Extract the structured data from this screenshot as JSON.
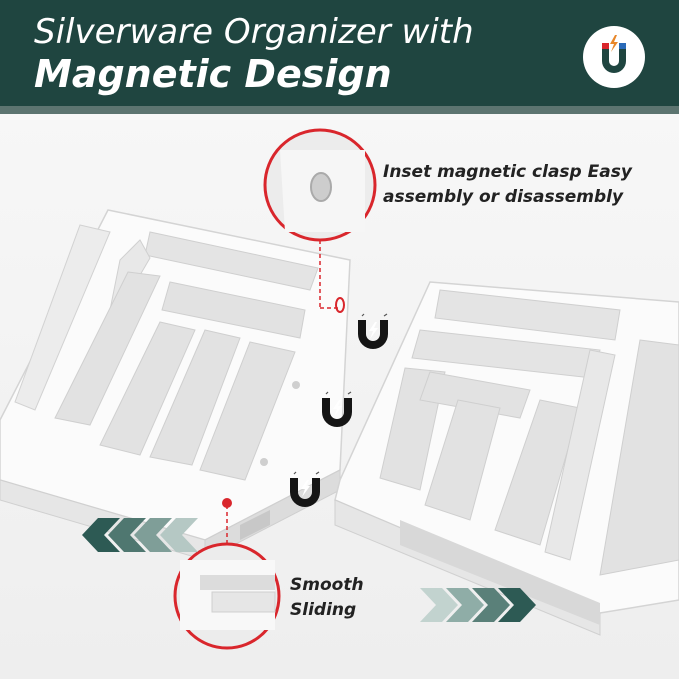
{
  "header": {
    "title_line1": "Silverware Organizer with",
    "title_line2": "Magnetic Design",
    "logo_icon": "magnet-icon"
  },
  "callouts": {
    "top_text": "Inset magnetic clasp Easy assembly or disassembly",
    "bottom_text": "Smooth Sliding"
  },
  "colors": {
    "banner": "#1f4540",
    "accent_red": "#d9262c",
    "magnet_dark": "#151515",
    "arrow_dark": "#2d5a54",
    "arrow_light": "#a8bcb8"
  },
  "icons": [
    "magnet-icon",
    "magnet-icon",
    "magnet-icon",
    "chevron-left-icon",
    "chevron-right-icon"
  ]
}
